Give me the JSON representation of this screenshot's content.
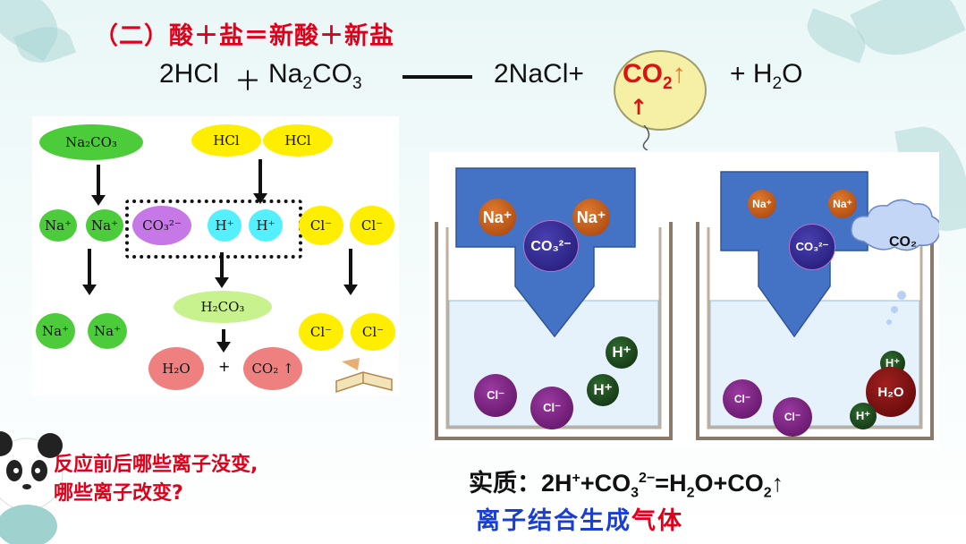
{
  "title": "（二）酸＋盐＝新酸＋新盐",
  "equation": {
    "lhs1": "2HCl",
    "plus1": "＋",
    "lhs2_a": "Na",
    "lhs2_sub": "2",
    "lhs2_b": "CO",
    "lhs2_sub2": "3",
    "rhs1": "2NaCl+",
    "co2_a": "CO",
    "co2_sub": "2",
    "co2_arrow": "↑",
    "balloon_arrow": "↑",
    "rhs3": "+ H",
    "rhs3_sub": "2",
    "rhs3_b": "O"
  },
  "diagram": {
    "na2co3": "Na₂CO₃",
    "hcl1": "HCl",
    "hcl2": "HCl",
    "na1": "Na⁺",
    "na2": "Na⁺",
    "co3": "CO₃²⁻",
    "h1": "H⁺",
    "h2": "H⁺",
    "cl1": "Cl⁻",
    "cl2": "Cl⁻",
    "na3": "Na⁺",
    "na4": "Na⁺",
    "h2co3": "H₂CO₃",
    "cl3": "Cl⁻",
    "cl4": "Cl⁻",
    "h2o": "H₂O",
    "plus": "+",
    "co2": "CO₂ ↑"
  },
  "beaker_left": {
    "na1": "Na⁺",
    "na2": "Na⁺",
    "co3": "CO₃²⁻",
    "h1": "H⁺",
    "h2": "H⁺",
    "cl1": "Cl⁻",
    "cl2": "Cl⁻"
  },
  "beaker_right": {
    "na1": "Na⁺",
    "na2": "Na⁺",
    "co3": "CO₃²⁻",
    "cloud": "CO₂",
    "h1": "H⁺",
    "h2o": "H₂O",
    "h2": "H⁺",
    "cl1": "Cl⁻",
    "cl2": "Cl⁻"
  },
  "question": {
    "line1": "反应前后哪些离子没变,",
    "line2": "哪些离子改变?"
  },
  "essence": {
    "label": "实质：",
    "p1": "2H",
    "sup1": "+",
    "p2": "+CO",
    "sub2": "3",
    "sup2": "2−",
    "p3": "=H",
    "sub3": "2",
    "p4": "O+CO",
    "sub4": "2",
    "arrow": "↑"
  },
  "ion_combine": {
    "part1": "离子结合生成",
    "part2": "气体"
  },
  "colors": {
    "title_red": "#e0001a",
    "essence_blue": "#1a3fd0",
    "funnel_blue": "#4472c4",
    "balloon": "#f6f0a6"
  }
}
